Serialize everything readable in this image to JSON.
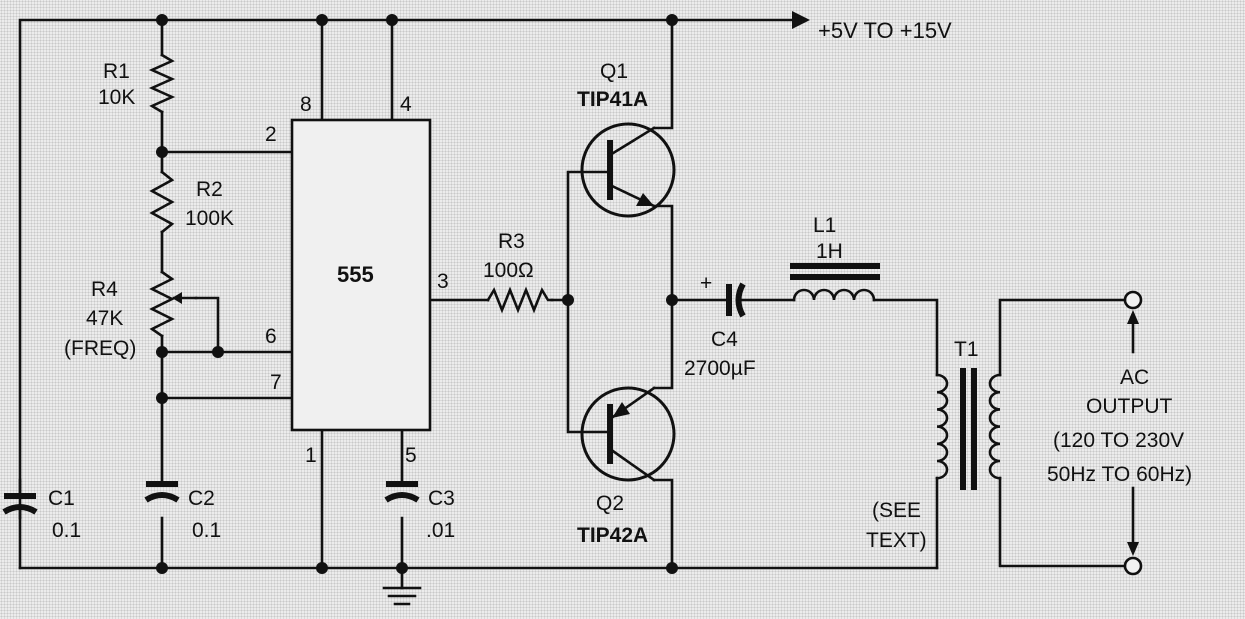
{
  "supply": "+5V TO +15V",
  "ic": {
    "name": "555",
    "pins": [
      "8",
      "4",
      "2",
      "6",
      "7",
      "3",
      "1",
      "5"
    ]
  },
  "r1": {
    "ref": "R1",
    "value": "10K"
  },
  "r2": {
    "ref": "R2",
    "value": "100K"
  },
  "r3": {
    "ref": "R3",
    "value": "100Ω"
  },
  "r4": {
    "ref": "R4",
    "value": "47K",
    "note": "(FREQ)"
  },
  "c1": {
    "ref": "C1",
    "value": "0.1"
  },
  "c2": {
    "ref": "C2",
    "value": "0.1"
  },
  "c3": {
    "ref": "C3",
    "value": ".01"
  },
  "c4": {
    "ref": "C4",
    "value": "2700µF",
    "polarity": "+"
  },
  "q1": {
    "ref": "Q1",
    "part": "TIP41A"
  },
  "q2": {
    "ref": "Q2",
    "part": "TIP42A"
  },
  "l1": {
    "ref": "L1",
    "value": "1H"
  },
  "t1": {
    "ref": "T1",
    "note_line1": "(SEE",
    "note_line2": "TEXT)"
  },
  "output": {
    "line1": "AC",
    "line2": "OUTPUT",
    "line3": "(120 TO 230V",
    "line4": "50Hz TO 60Hz)"
  }
}
